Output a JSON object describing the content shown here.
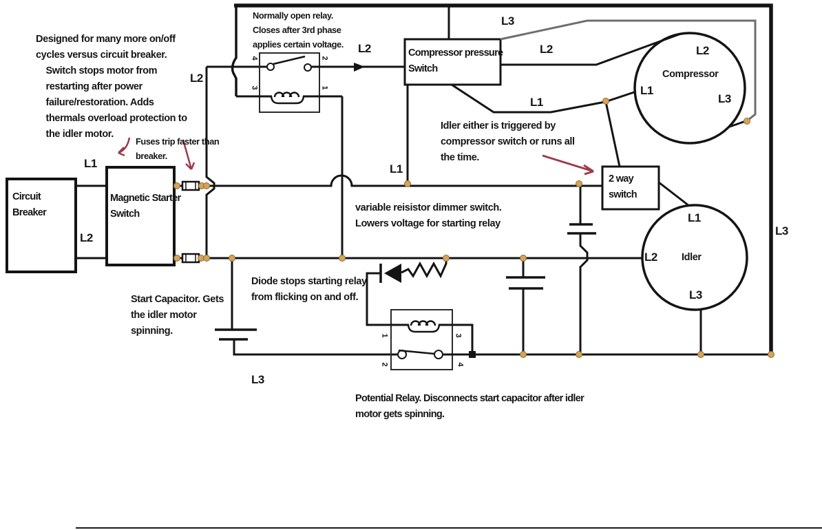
{
  "diagram": {
    "title_hint": "compressor idler wiring diagram",
    "colors": {
      "wire": "#141414",
      "l3_wire": "#6e6e6e",
      "junction_fill": "#d4a459",
      "junction_stroke": "#8a6a35",
      "annotation_arrow": "#9e3a4a",
      "background": "#ffffff"
    },
    "notes": {
      "magnetic": {
        "lines": [
          "Designed for many more on/off",
          "cycles versus circuit breaker.",
          "    Switch stops motor from",
          "    restarting after power",
          "    failure/restoration. Adds",
          "    thermals overload protection to",
          "    the idler motor."
        ]
      },
      "fuses": {
        "lines": [
          "Fuses trip faster than",
          "breaker."
        ]
      },
      "relay": {
        "lines": [
          "Normally open relay.",
          "Closes after 3rd phase",
          "applies certain voltage."
        ]
      },
      "idler_trigger": {
        "lines": [
          "Idler either is triggered by",
          "compressor switch or runs all",
          "the time."
        ]
      },
      "dimmer": {
        "lines": [
          "variable reisistor dimmer switch.",
          "Lowers voltage for starting relay"
        ]
      },
      "diode": {
        "lines": [
          "Diode stops starting relay",
          "from flicking on and off."
        ]
      },
      "start_cap": {
        "lines": [
          "Start Capacitor. Gets",
          "the idler motor",
          "spinning."
        ]
      },
      "potential_relay": {
        "lines": [
          "Potential Relay. Disconnects start capacitor after idler",
          "motor gets spinning."
        ]
      }
    },
    "components": {
      "circuit_breaker": {
        "lines": [
          "Circuit",
          "Breaker"
        ]
      },
      "magnetic_starter": {
        "lines": [
          "Magnetic Starter",
          "Switch"
        ]
      },
      "pressure_switch": {
        "lines": [
          "Compressor pressure",
          "Switch"
        ]
      },
      "two_way_switch": {
        "lines": [
          "2 way",
          "switch"
        ]
      },
      "compressor": {
        "label": "Compressor"
      },
      "idler": {
        "label": "Idler"
      }
    },
    "phase_labels": {
      "cb_l1": "L1",
      "cb_l2": "L2",
      "left_vert_l2": "L2",
      "relay_feed_l2": "L2",
      "top_l3": "L3",
      "ps_l2": "L2",
      "ps_l1": "L1",
      "main_l1": "L1",
      "comp_l2": "L2",
      "comp_l1": "L1",
      "comp_l3": "L3",
      "idler_l1": "L1",
      "idler_l2": "L2",
      "idler_l3": "L3",
      "right_l3": "L3",
      "bottom_l3": "L3"
    },
    "terminals": {
      "relay_top": {
        "t4": "4",
        "t2": "2",
        "t3": "3",
        "t1": "1"
      },
      "potential_relay": {
        "t1": "1",
        "t2": "2",
        "t3": "3",
        "t4": "4"
      }
    }
  }
}
